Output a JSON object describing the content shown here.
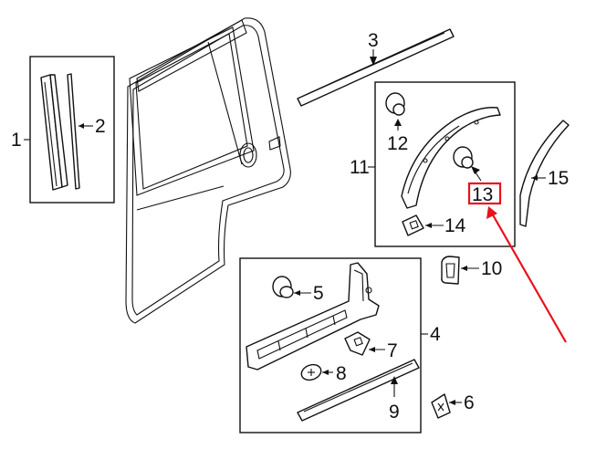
{
  "diagram": {
    "callouts": {
      "c1": "1",
      "c2": "2",
      "c3": "3",
      "c4": "4",
      "c5": "5",
      "c6": "6",
      "c7": "7",
      "c8": "8",
      "c9": "9",
      "c10": "10",
      "c11": "11",
      "c12": "12",
      "c13": "13",
      "c14": "14",
      "c15": "15"
    },
    "highlight": {
      "part": "13",
      "color": "#e8111c"
    },
    "line_color": "#111111"
  }
}
